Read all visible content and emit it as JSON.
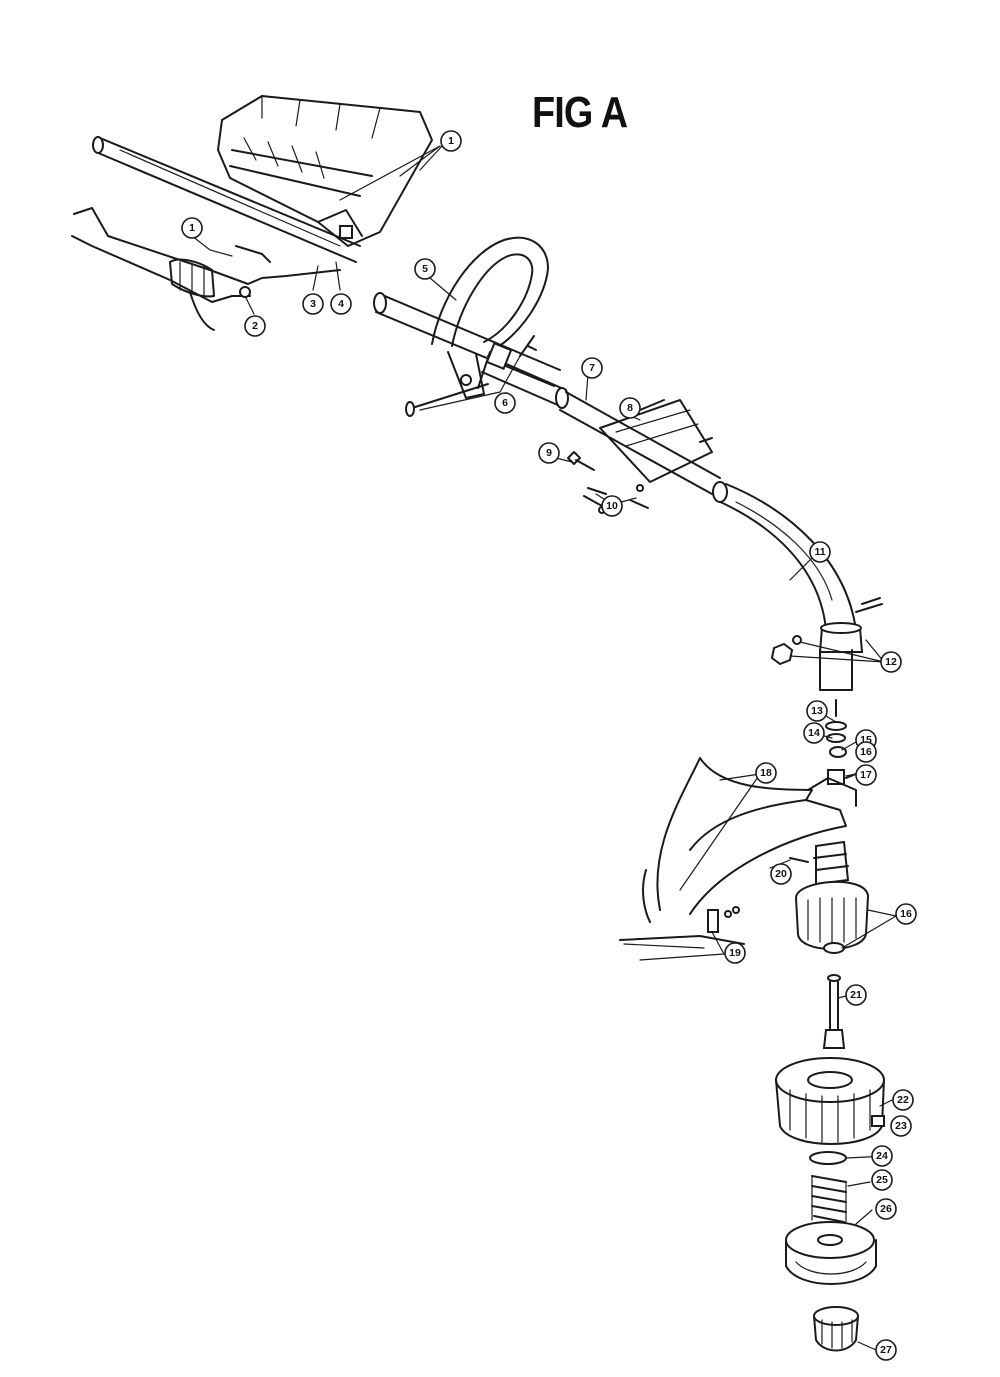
{
  "title": "FIG A",
  "callouts": [
    {
      "id": "c1a",
      "label": "1"
    },
    {
      "id": "c1b",
      "label": "1"
    },
    {
      "id": "c2",
      "label": "2"
    },
    {
      "id": "c3",
      "label": "3"
    },
    {
      "id": "c4",
      "label": "4"
    },
    {
      "id": "c5",
      "label": "5"
    },
    {
      "id": "c6",
      "label": "6"
    },
    {
      "id": "c7",
      "label": "7"
    },
    {
      "id": "c8",
      "label": "8"
    },
    {
      "id": "c9",
      "label": "9"
    },
    {
      "id": "c10",
      "label": "10"
    },
    {
      "id": "c11",
      "label": "11"
    },
    {
      "id": "c12",
      "label": "12"
    },
    {
      "id": "c13",
      "label": "13"
    },
    {
      "id": "c14",
      "label": "14"
    },
    {
      "id": "c15",
      "label": "15"
    },
    {
      "id": "c16a",
      "label": "16"
    },
    {
      "id": "c17",
      "label": "17"
    },
    {
      "id": "c18",
      "label": "18"
    },
    {
      "id": "c16b",
      "label": "16"
    },
    {
      "id": "c20",
      "label": "20"
    },
    {
      "id": "c19",
      "label": "19"
    },
    {
      "id": "c21",
      "label": "21"
    },
    {
      "id": "c22",
      "label": "22"
    },
    {
      "id": "c23",
      "label": "23"
    },
    {
      "id": "c24",
      "label": "24"
    },
    {
      "id": "c25",
      "label": "25"
    },
    {
      "id": "c26",
      "label": "26"
    },
    {
      "id": "c27",
      "label": "27"
    }
  ]
}
